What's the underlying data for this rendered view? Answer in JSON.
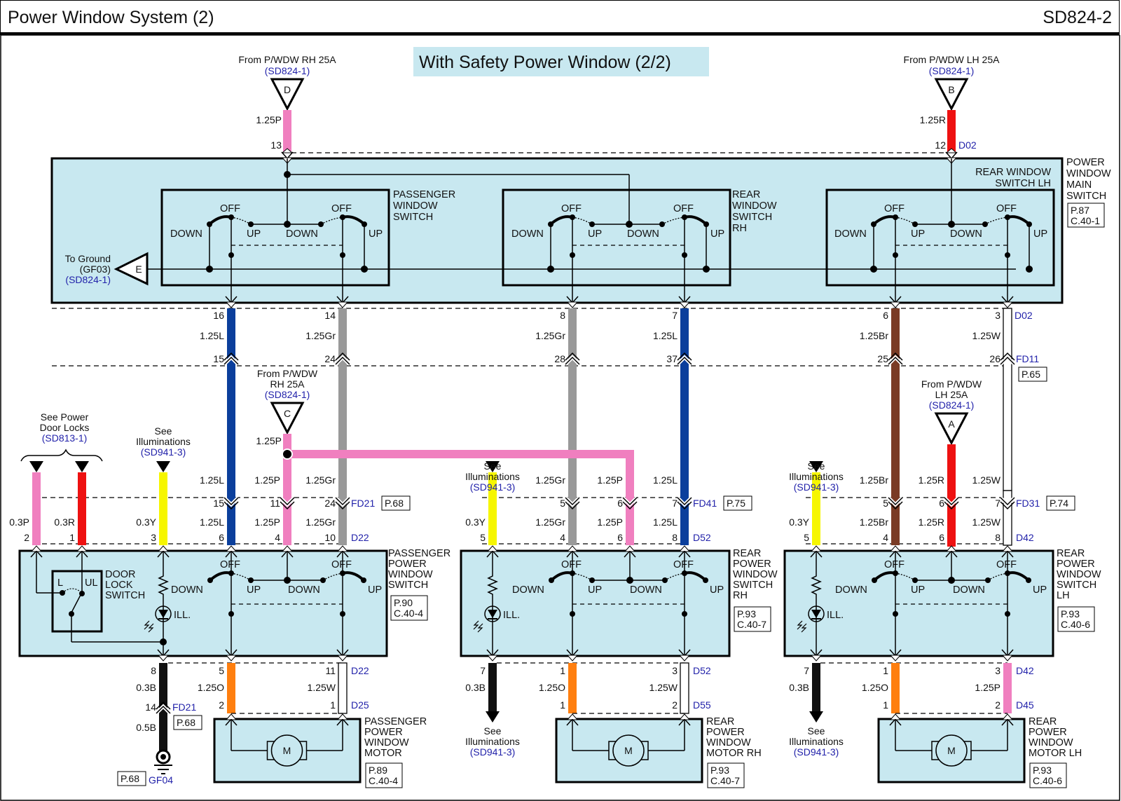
{
  "header": {
    "title": "Power Window System (2)",
    "page_id": "SD824-2"
  },
  "subtitle": "With Safety Power Window (2/2)",
  "colors": {
    "P": "#f07fbf",
    "R": "#ee1111",
    "L": "#0b3f9c",
    "Gr": "#999999",
    "Br": "#7a3b25",
    "W": "#ffffff",
    "Y": "#f6f600",
    "O": "#ff7f0f",
    "B": "#111111",
    "component_fill": "#c8e8f0",
    "ref_text": "#2222aa"
  },
  "power_sources": [
    {
      "id": "D",
      "text": "From P/WDW RH 25A",
      "ref": "(SD824-1)"
    },
    {
      "id": "B",
      "text": "From P/WDW LH 25A",
      "ref": "(SD824-1)"
    },
    {
      "id": "C",
      "text_lines": [
        "From P/WDW",
        "RH 25A"
      ],
      "ref": "(SD824-1)"
    },
    {
      "id": "A",
      "text_lines": [
        "From P/WDW",
        "LH 25A"
      ],
      "ref": "(SD824-1)"
    }
  ],
  "ground_ref": {
    "id": "E",
    "lines": [
      "To Ground",
      "(GF03)"
    ],
    "ref": "(SD824-1)"
  },
  "main_switch": {
    "name_lines": [
      "POWER",
      "WINDOW",
      "MAIN",
      "SWITCH"
    ],
    "page_ref": [
      "P.87",
      "C.40-1"
    ],
    "connector_top": "D02",
    "connector_bottom": "D02",
    "sub_switches": [
      {
        "name_lines": [
          "PASSENGER",
          "WINDOW",
          "SWITCH"
        ]
      },
      {
        "name_lines": [
          "REAR",
          "WINDOW",
          "SWITCH",
          "RH"
        ]
      },
      {
        "name_lines": [
          "REAR WINDOW",
          "SWITCH LH"
        ]
      }
    ]
  },
  "switch_positions": {
    "off": "OFF",
    "down": "DOWN",
    "up": "UP"
  },
  "top_wires": [
    {
      "pin": "13",
      "spec": "1.25P"
    },
    {
      "pin": "12",
      "spec": "1.25R"
    }
  ],
  "harness_wires": [
    {
      "spec": "1.25L",
      "pin_top": "16",
      "pin_bottom": "15"
    },
    {
      "spec": "1.25Gr",
      "pin_top": "14",
      "pin_bottom": "24"
    },
    {
      "spec": "1.25Gr",
      "pin_top": "8",
      "pin_bottom": "28"
    },
    {
      "spec": "1.25L",
      "pin_top": "7",
      "pin_bottom": "37"
    },
    {
      "spec": "1.25Br",
      "pin_top": "6",
      "pin_bottom": "25"
    },
    {
      "spec": "1.25W",
      "pin_top": "3",
      "pin_bottom": "26"
    }
  ],
  "harness_connector": {
    "name": "FD11",
    "page": "P.65"
  },
  "splice_wire_spec": "1.25P",
  "door_lock_ref": {
    "lines": [
      "See Power",
      "Door Locks"
    ],
    "ref": "(SD813-1)"
  },
  "illum_ref": {
    "lines": [
      "See",
      "Illuminations"
    ],
    "ref": "(SD941-3)"
  },
  "door_switches": [
    {
      "name_lines": [
        "PASSENGER",
        "POWER",
        "WINDOW",
        "SWITCH"
      ],
      "page_ref": [
        "P.90",
        "C.40-4"
      ],
      "mid_connector": {
        "name": "FD21",
        "page": "P.68"
      },
      "connector": "D22",
      "upper_specs": [
        "1.25L",
        "1.25P",
        "1.25Gr"
      ],
      "mid_pins": [
        "15",
        "11",
        "24"
      ],
      "lower_specs": [
        "1.25L",
        "1.25P",
        "1.25Gr"
      ],
      "pins": [
        "6",
        "4",
        "10"
      ],
      "extra_wires": [
        {
          "spec": "0.3P",
          "pin": "2"
        },
        {
          "spec": "0.3R",
          "pin": "1"
        },
        {
          "spec": "0.3Y",
          "pin": "3"
        }
      ],
      "door_lock_switch": {
        "lines": [
          "DOOR",
          "LOCK",
          "SWITCH"
        ],
        "l": "L",
        "ul": "UL"
      },
      "ill_label": "ILL.",
      "bottom": {
        "ground_pin": "8",
        "ground_spec": "0.3B",
        "ground_mid_pin": "14",
        "ground_connector": {
          "name": "FD21",
          "page": "P.68"
        },
        "ground_spec2": "0.5B",
        "ground_point": "GF04",
        "ground_page": "P.68",
        "motor_pins_top": [
          "5",
          "11"
        ],
        "motor_specs": [
          "1.25O",
          "1.25W"
        ],
        "motor_pins_bottom": [
          "2",
          "1"
        ],
        "connector_top": "D22",
        "connector_bottom": "D25"
      },
      "motor": {
        "name_lines": [
          "PASSENGER",
          "POWER",
          "WINDOW",
          "MOTOR"
        ],
        "page_ref": [
          "P.89",
          "C.40-4"
        ],
        "symbol": "M"
      }
    },
    {
      "name_lines": [
        "REAR",
        "POWER",
        "WINDOW",
        "SWITCH",
        "RH"
      ],
      "page_ref": [
        "P.93",
        "C.40-7"
      ],
      "mid_connector": {
        "name": "FD41",
        "page": "P.75"
      },
      "connector": "D52",
      "upper_specs": [
        "1.25Gr",
        "1.25P",
        "1.25L"
      ],
      "mid_pins": [
        "5",
        "6",
        "7"
      ],
      "lower_specs": [
        "1.25Gr",
        "1.25P",
        "1.25L"
      ],
      "pins": [
        "4",
        "6",
        "8"
      ],
      "illum_wire": {
        "spec": "0.3Y",
        "pin": "5"
      },
      "ill_label": "ILL.",
      "bottom": {
        "illum_pin": "7",
        "illum_spec": "0.3B",
        "motor_pins_top": [
          "1",
          "3"
        ],
        "motor_specs": [
          "1.25O",
          "1.25W"
        ],
        "motor_pins_bottom": [
          "1",
          "2"
        ],
        "connector_top": "D52",
        "connector_bottom": "D55"
      },
      "motor": {
        "name_lines": [
          "REAR",
          "POWER",
          "WINDOW",
          "MOTOR RH"
        ],
        "page_ref": [
          "P.93",
          "C.40-7"
        ],
        "symbol": "M"
      }
    },
    {
      "name_lines": [
        "REAR",
        "POWER",
        "WINDOW",
        "SWITCH",
        "LH"
      ],
      "page_ref": [
        "P.93",
        "C.40-6"
      ],
      "mid_connector": {
        "name": "FD31",
        "page": "P.74"
      },
      "connector": "D42",
      "upper_specs": [
        "1.25Br",
        "1.25R",
        "1.25W"
      ],
      "mid_pins": [
        "5",
        "6",
        "7"
      ],
      "lower_specs": [
        "1.25Br",
        "1.25R",
        "1.25W"
      ],
      "pins": [
        "4",
        "6",
        "8"
      ],
      "illum_wire": {
        "spec": "0.3Y",
        "pin": "5"
      },
      "ill_label": "ILL.",
      "bottom": {
        "illum_pin": "7",
        "illum_spec": "0.3B",
        "motor_pins_top": [
          "1",
          "3"
        ],
        "motor_specs": [
          "1.25O",
          "1.25P"
        ],
        "motor_pins_bottom": [
          "1",
          "2"
        ],
        "connector_top": "D42",
        "connector_bottom": "D45"
      },
      "motor": {
        "name_lines": [
          "REAR",
          "POWER",
          "WINDOW",
          "MOTOR LH"
        ],
        "page_ref": [
          "P.93",
          "C.40-6"
        ],
        "symbol": "M"
      }
    }
  ]
}
